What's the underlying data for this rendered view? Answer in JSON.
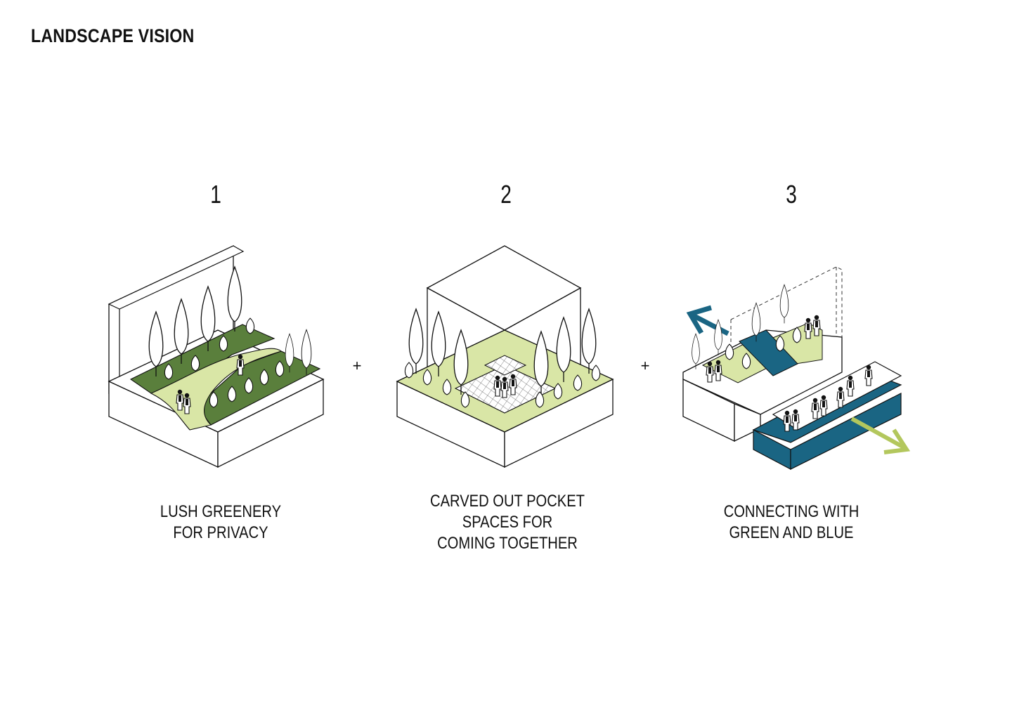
{
  "title": "LANDSCAPE VISION",
  "operator": "+",
  "colors": {
    "dark_green": "#5a7f3c",
    "light_green": "#d9e6a6",
    "blue": "#1a6583",
    "arrow_green": "#b3c75d",
    "line": "#111111"
  },
  "steps": [
    {
      "number": "1",
      "caption_lines": [
        "LUSH GREENERY",
        "FOR PRIVACY"
      ],
      "icons": [
        "tree-icon",
        "person-icon"
      ]
    },
    {
      "number": "2",
      "caption_lines": [
        "CARVED OUT POCKET",
        "SPACES FOR",
        "COMING TOGETHER"
      ],
      "icons": [
        "tree-icon",
        "person-icon"
      ]
    },
    {
      "number": "3",
      "caption_lines": [
        "CONNECTING WITH",
        "GREEN AND BLUE"
      ],
      "icons": [
        "arrow-icon",
        "tree-icon",
        "person-icon"
      ]
    }
  ]
}
